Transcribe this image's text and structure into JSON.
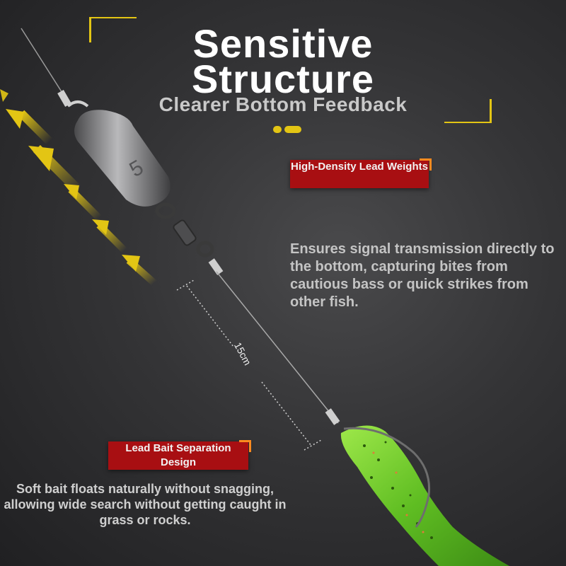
{
  "title": {
    "line1": "Sensitive",
    "line2": "Structure",
    "subtitle": "Clearer Bottom Feedback"
  },
  "callouts": [
    {
      "label": "High-Density Lead Weights",
      "description": "Ensures signal transmission directly to the bottom, capturing bites from cautious bass or quick strikes from other fish."
    },
    {
      "label": "Lead Bait Separation Design",
      "description": "Soft bait floats naturally without snagging, allowing wide search without getting caught in grass or rocks."
    }
  ],
  "weight_marking": "5",
  "measurement_label": "15cm",
  "colors": {
    "accent_yellow": "#e3c514",
    "tag_red": "#a80f12",
    "tag_corner": "#ff8a1f",
    "bait_green": "#6fcf2a"
  },
  "icons": [
    "arrow-up-left-icon",
    "bracket-corner-icon"
  ]
}
